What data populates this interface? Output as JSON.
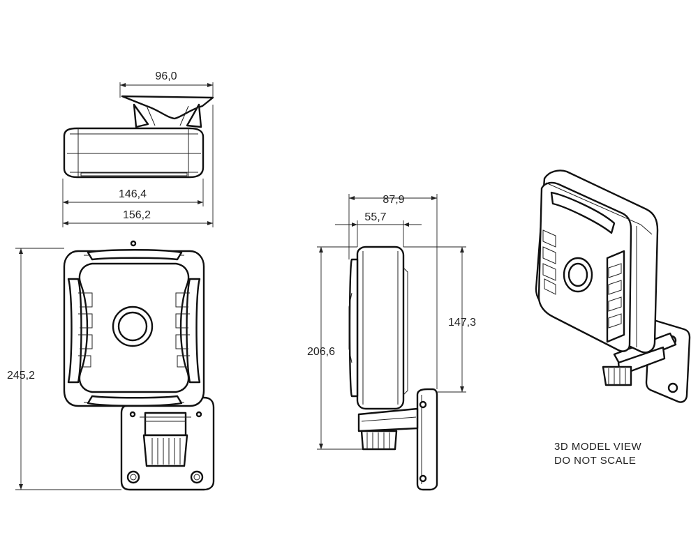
{
  "dimensions": {
    "top_bracket_width": "96,0",
    "top_body_width": "146,4",
    "top_overall_width": "156,2",
    "front_height": "245,2",
    "side_depth": "87,9",
    "side_body_depth": "55,7",
    "side_body_height": "147,3",
    "side_overall_height": "206,6"
  },
  "note": {
    "line1": "3D MODEL VIEW",
    "line2": "DO NOT SCALE"
  }
}
